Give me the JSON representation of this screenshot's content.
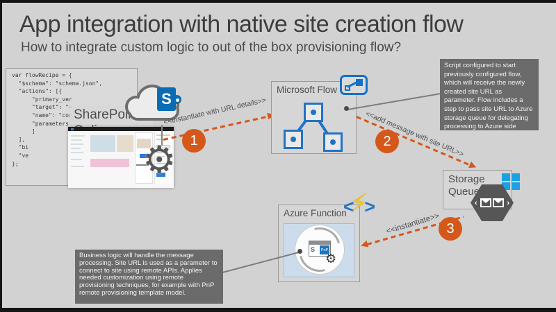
{
  "slide": {
    "title": "App integration with native site creation flow",
    "subtitle": "How to integrate custom logic to out of the box provisioning flow?"
  },
  "code": {
    "lines": [
      "var flowRecipe = {",
      "  \"$schema\": \"schema.json\",",
      "  \"actions\": [{",
      "      \"primary_ver",
      "      \"target\": \"<",
      "      \"name\": \"con",
      "      \"parameters\"",
      "",
      "",
      "      ]",
      "  ],",
      "  \"bi",
      "  \"ve",
      "};"
    ]
  },
  "sharepoint": {
    "label": "SharePoint Online",
    "logo_letter": "S"
  },
  "flow": {
    "label": "Microsoft Flow"
  },
  "storage": {
    "label1": "Storage",
    "label2": "Queue"
  },
  "azure": {
    "label": "Azure Function",
    "pnp": "PnP",
    "browser_letter": "S",
    "bolt": "⚡"
  },
  "icons": {
    "gear": "⚙",
    "chevron_left": "‹",
    "chevron_right": "›"
  },
  "steps": [
    {
      "number": "1",
      "label": "<<instantiate with URL details>>"
    },
    {
      "number": "2",
      "label": "<<add message with site URL>>"
    },
    {
      "number": "3",
      "label": "<<instantiate>>"
    }
  ],
  "notes": {
    "flow": "Script configured to start previously configured flow, which will receive the newly created site URL as parameter. Flow includes a step to pass site URL to Azure storage queue for delegating processing to Azure side",
    "function": "Business logic will handle the message processing. Site URL is used as a parameter to connect to site using remote APIs. Applies needed customization using remote provisioning techniques, for example with PnP remote provisioning template model."
  },
  "colors": {
    "bg": "#d2d2d2",
    "accent": "#d4581a",
    "flowblue": "#2273c3",
    "winblue": "#1ba1e2",
    "bolt": "#f5c518",
    "notegray": "#6b6b6b"
  }
}
